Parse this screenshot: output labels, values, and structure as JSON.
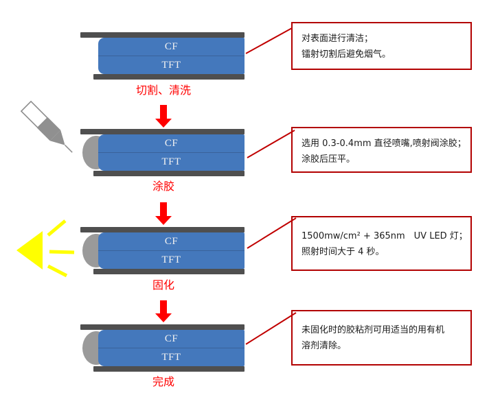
{
  "title": "LCD panel bonding process flow",
  "colors": {
    "glass_blue": "#4478bc",
    "glass_bar_gray": "#4f4f4f",
    "glue_bead_gray": "#9a9a9a",
    "arrow_red": "#ff0000",
    "label_red": "#ff0000",
    "note_border_red": "#b20000",
    "connector_red": "#c00000",
    "uv_yellow": "#ffff00",
    "text_black": "#1a1a1a"
  },
  "stages": [
    {
      "id": "cut-clean",
      "label": "切割、清洗",
      "cf": "CF",
      "tft": "TFT",
      "has_bead": false,
      "has_arrow_above": false,
      "icon": null
    },
    {
      "id": "glue",
      "label": "涂胶",
      "cf": "CF",
      "tft": "TFT",
      "has_bead": true,
      "has_arrow_above": true,
      "icon": "dispenser-icon"
    },
    {
      "id": "cure",
      "label": "固化",
      "cf": "CF",
      "tft": "TFT",
      "has_bead": true,
      "has_arrow_above": true,
      "icon": "uv-lamp-icon"
    },
    {
      "id": "done",
      "label": "完成",
      "cf": "CF",
      "tft": "TFT",
      "has_bead": true,
      "has_arrow_above": true,
      "icon": null
    }
  ],
  "annotations": [
    {
      "lines": [
        "对表面进行清洁；",
        "镭射切割后避免烟气。"
      ]
    },
    {
      "lines": [
        "选用 0.3-0.4mm 直径喷嘴,喷射阀涂胶；",
        "涂胶后压平。"
      ]
    },
    {
      "lines": [
        "1500mw/cm² + 365nm　UV LED 灯；",
        "照射时间大于 4 秒。"
      ]
    },
    {
      "lines": [
        "未固化时的胶粘剂可用适当的用有机",
        "溶剂清除。"
      ]
    }
  ]
}
